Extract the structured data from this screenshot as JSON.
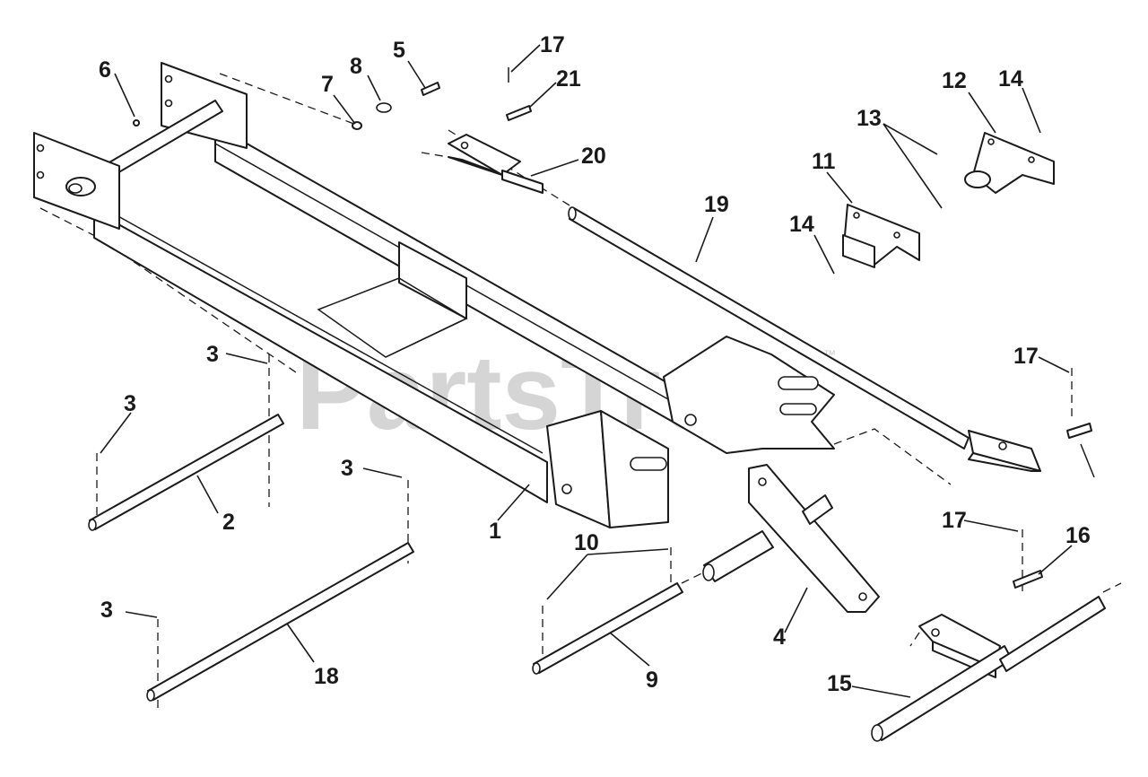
{
  "watermark": {
    "text": "PartsTree",
    "mark": "™"
  },
  "callouts": [
    {
      "id": "c1",
      "label": "1"
    },
    {
      "id": "c2",
      "label": "2"
    },
    {
      "id": "c3a",
      "label": "3"
    },
    {
      "id": "c3b",
      "label": "3"
    },
    {
      "id": "c3c",
      "label": "3"
    },
    {
      "id": "c3d",
      "label": "3"
    },
    {
      "id": "c4",
      "label": "4"
    },
    {
      "id": "c5",
      "label": "5"
    },
    {
      "id": "c6",
      "label": "6"
    },
    {
      "id": "c7",
      "label": "7"
    },
    {
      "id": "c8",
      "label": "8"
    },
    {
      "id": "c9",
      "label": "9"
    },
    {
      "id": "c10",
      "label": "10"
    },
    {
      "id": "c11",
      "label": "11"
    },
    {
      "id": "c12",
      "label": "12"
    },
    {
      "id": "c13",
      "label": "13"
    },
    {
      "id": "c14a",
      "label": "14"
    },
    {
      "id": "c14b",
      "label": "14"
    },
    {
      "id": "c15",
      "label": "15"
    },
    {
      "id": "c16",
      "label": "16"
    },
    {
      "id": "c17a",
      "label": "17"
    },
    {
      "id": "c17b",
      "label": "17"
    },
    {
      "id": "c17c",
      "label": "17"
    },
    {
      "id": "c18",
      "label": "18"
    },
    {
      "id": "c19",
      "label": "19"
    },
    {
      "id": "c20",
      "label": "20"
    },
    {
      "id": "c21",
      "label": "21"
    }
  ]
}
